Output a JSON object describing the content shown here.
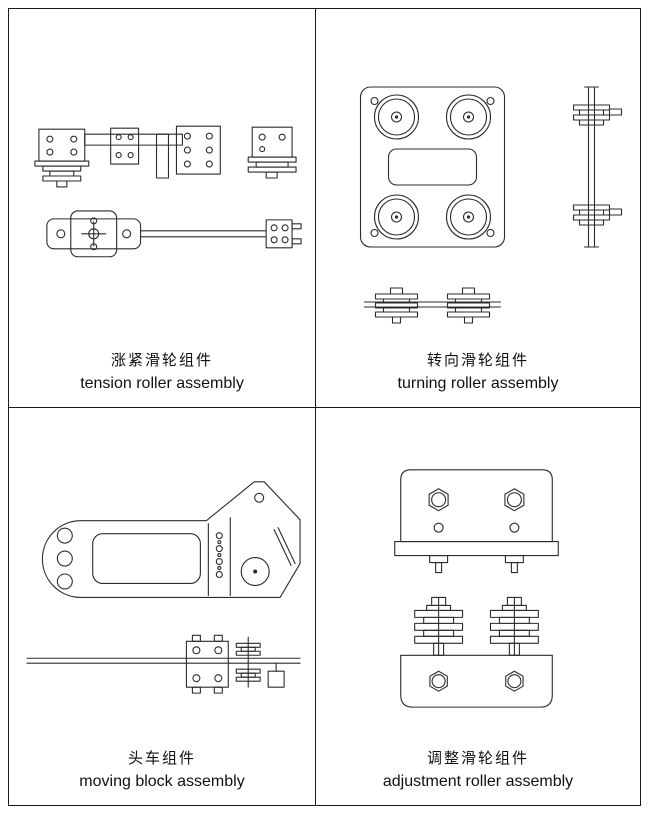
{
  "panels": [
    {
      "id": "tension",
      "label_zh": "涨紧滑轮组件",
      "label_en": "tension roller assembly"
    },
    {
      "id": "turning",
      "label_zh": "转向滑轮组件",
      "label_en": "turning roller assembly"
    },
    {
      "id": "moving",
      "label_zh": "头车组件",
      "label_en": "moving block assembly"
    },
    {
      "id": "adjustment",
      "label_zh": "调整滑轮组件",
      "label_en": "adjustment roller assembly"
    }
  ],
  "colors": {
    "line": "#2b2b2b",
    "border": "#1a1a1a",
    "background": "#ffffff"
  }
}
